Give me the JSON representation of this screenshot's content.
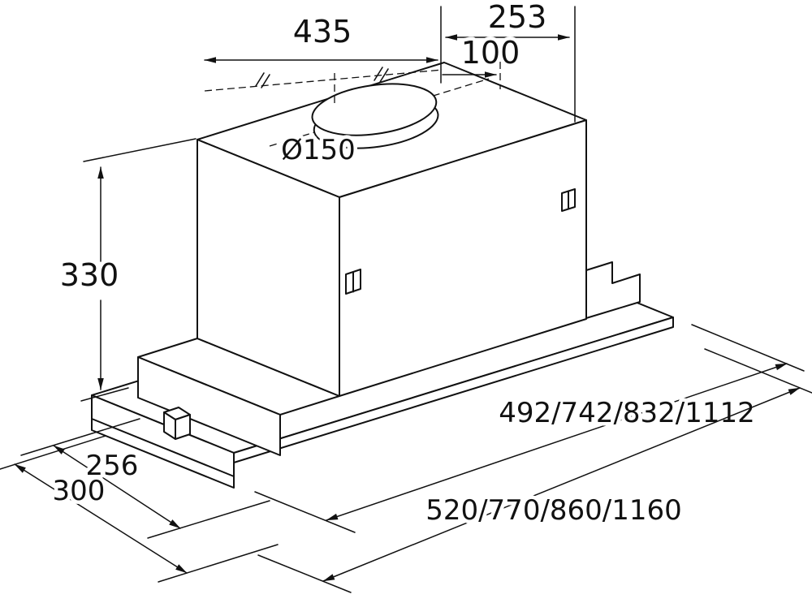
{
  "diagram": {
    "dimensions": {
      "top_width": "435",
      "top_depth": "253",
      "duct_offset": "100",
      "duct_diameter": "Ø150",
      "body_height": "330",
      "body_width_variants": "492/742/832/1112",
      "pullout_depth": "256",
      "total_depth": "300",
      "overall_width_variants": "520/770/860/1160"
    },
    "colors": {
      "line": "#111111",
      "background": "#ffffff"
    }
  }
}
